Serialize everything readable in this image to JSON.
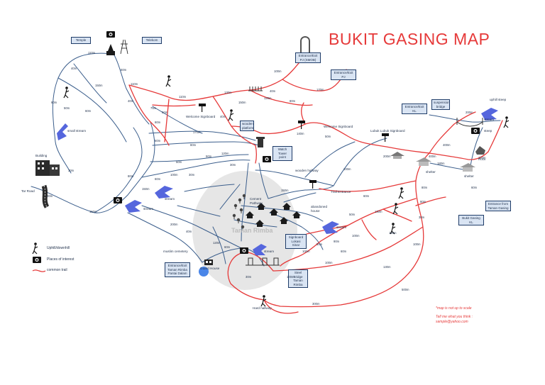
{
  "title": "BUKIT GASING MAP",
  "zone_label": "Taman Rimba",
  "colors": {
    "trail": "#e63a3a",
    "path": "#3b5e8c",
    "title": "#e63a3a",
    "box_fill": "#d9e4f3",
    "box_border": "#1f3c68",
    "water": "#5566dd",
    "zone": "#e6e6e6",
    "pond": "#4a86e8"
  },
  "boxes": {
    "temple": "Temple",
    "telekom": "Telekom",
    "entrance_pj": "Entrance/Exit PJ (SMOB)",
    "entrance_pj2": "Entrance/Exit PJ",
    "entrance_kl": "Entrance/Exit KL",
    "suspension": "suspension bridge",
    "wooden_platform": "wooden platform",
    "watch_tower": "Watch Tower point",
    "entrance_kl_gasing": "Entrance from Taman Gasing",
    "bukit_gasing_kl": "Bukit Gasing KL",
    "signboard_lokasi": "Signboard Lokasi Sinar",
    "steel_bridge": "Steel Bridge Taman Rimba",
    "entrance_tr": "Entrance/Exit Taman Rimba Pantai Dalam"
  },
  "labels": {
    "stream_left": "small stream",
    "building": "Building",
    "tar_road": "Tar Road",
    "welcome_sb": "Welcome Signboard",
    "welcome_sb2": "Welcome Signboard",
    "lubuk": "Lubuk Lubuk Signboard",
    "stream_mid": "stream",
    "stream_mid2": "stream",
    "stream_right": "stream",
    "stream_tr": "stream",
    "stream_bottom": "stream",
    "muslim_cemetery": "muslim cemetery",
    "guard_house": "Guard House",
    "cement_pathway": "Cement Pathway",
    "wooden_hallway": "wooden hallway",
    "trail_entrance": "Trail Entrance",
    "abandoned_house": "abandoned house",
    "uphill_steep": "uphill steep",
    "hard_hallway": "Hard hallway",
    "steep_right": "steep",
    "shelter": "shelter",
    "shelter2": "shelter",
    "rock": "Rock"
  },
  "distances": {
    "d1": "110m",
    "d2": "40m",
    "d3": "50m",
    "d4": "110m",
    "d5": "80m",
    "d6": "60m",
    "d7": "150m",
    "d8": "50m",
    "d9": "40m",
    "d10": "75m",
    "d11": "110m",
    "d12": "50m",
    "d13": "170m",
    "d14": "60m",
    "d15": "60m",
    "d16": "130m",
    "d17": "150m",
    "d18": "120m",
    "d19": "100m",
    "d20": "80m",
    "d21": "40m",
    "d22": "140m",
    "d23": "170m",
    "d24": "80m",
    "d25": "50m",
    "d26": "120m",
    "d27": "50m",
    "d28": "80m",
    "d29": "30m",
    "d30": "30m",
    "d31": "200m",
    "d32": "400m",
    "d33": "120m",
    "d34": "180m",
    "d35": "200m",
    "d36": "40m",
    "d37": "150m",
    "d38": "150m",
    "d39": "100m",
    "d40": "60m",
    "d41": "130m",
    "d42": "120m",
    "d43": "50m",
    "d44": "100m",
    "d45": "80m",
    "d46": "30m",
    "d47": "100m",
    "d48": "130m",
    "d49": "100m",
    "d50": "100m",
    "d51": "60m",
    "d52": "90m",
    "d53": "50m",
    "d54": "300m",
    "d55": "30m",
    "d56": "120m",
    "d57": "60m",
    "d58": "150m",
    "d59": "200m",
    "d60": "40m",
    "d61": "30m",
    "d62": "60m",
    "d63": "400m",
    "d64": "80m",
    "d65": "100m",
    "d66": "60m",
    "d67": "50m",
    "d68": "40m",
    "d69": "100m",
    "d70": "500m"
  },
  "legend": {
    "uphill": "Uphill/downhill",
    "poi": "Places of interest",
    "trail": "common trail"
  },
  "notes": {
    "scale": "*map is not up to scale",
    "feedback": "Tell me what you think :",
    "email": "sample@yahoo.com"
  }
}
